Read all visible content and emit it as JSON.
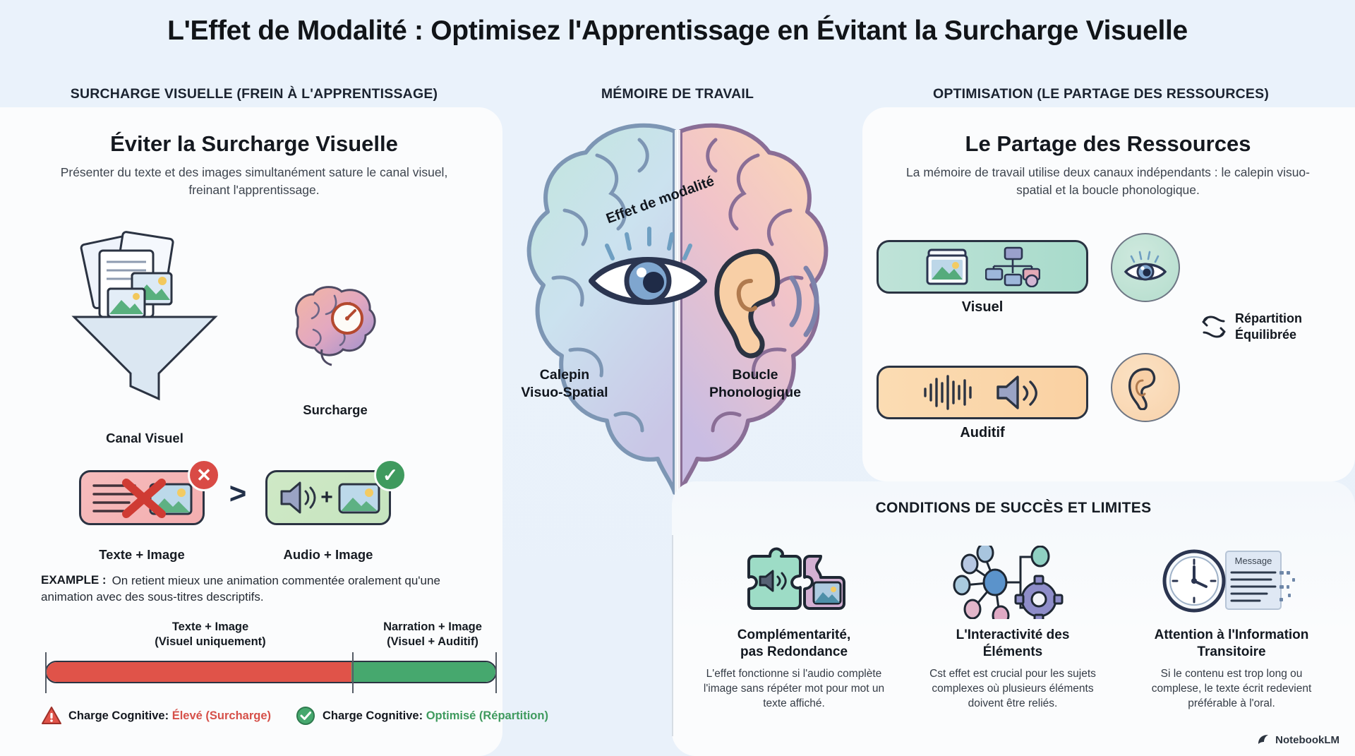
{
  "header": {
    "title": "L'Effet de Modalité : Optimisez l'Apprentissage en Évitant la Surcharge Visuelle",
    "col_left": "SURCHARGE VISUELLE (FREIN À L'APPRENTISSAGE)",
    "col_mid": "MÉMOIRE DE TRAVAIL",
    "col_right": "OPTIMISATION (LE PARTAGE DES RESSOURCES)"
  },
  "left": {
    "title": "Éviter la Surcharge Visuelle",
    "subtitle": "Présenter du texte et des images simultanément sature le canal visuel, freinant l'apprentissage.",
    "funnel_caption": "Canal Visuel",
    "brain_caption": "Surcharge",
    "compare": {
      "bad_label": "Texte + Image",
      "good_label": "Audio + Image",
      "operator": ">",
      "bad_badge": "close-icon",
      "good_badge": "check-icon"
    },
    "example": {
      "label": "EXAMPLE :",
      "text": "On retient mieux une animation commentée oralement qu'une animation avec des sous-titres descriptifs."
    },
    "bar": {
      "left_label": "Texte + Image",
      "left_sub": "(Visuel uniquement)",
      "right_label": "Narration + Image",
      "right_sub": "(Visuel + Auditif)",
      "red_pct": 68,
      "green_pct": 32,
      "red_color": "#e05349",
      "green_color": "#46a86e"
    },
    "legend": [
      {
        "icon": "warning-icon",
        "label": "Charge Cognitive:",
        "value": "Élevé (Surcharge)",
        "color": "#d65049"
      },
      {
        "icon": "check-circle-icon",
        "label": "Charge Cognitive:",
        "value": "Optimisé (Répartition)",
        "color": "#3f9a5e"
      }
    ]
  },
  "center": {
    "modality_tag": "Effet de modalité",
    "left_hemi": "Calepin\nVisuo-Spatial",
    "left_hemi_l1": "Calepin",
    "left_hemi_l2": "Visuo-Spatial",
    "right_hemi_l1": "Boucle",
    "right_hemi_l2": "Phonologique",
    "left_icon": "eye-icon",
    "right_icon": "ear-icon"
  },
  "right": {
    "title": "Le Partage des Ressources",
    "subtitle": "La mémoire de travail utilise deux canaux indépendants : le calepin visuo-spatial et la boucle phonologique.",
    "channels": [
      {
        "name": "Visuel",
        "icons": [
          "image-icon",
          "diagram-icon"
        ],
        "color": "#a8dbcb"
      },
      {
        "name": "Auditif",
        "icons": [
          "waveform-icon",
          "speaker-icon"
        ],
        "color": "#fad1a2"
      }
    ],
    "circles": [
      {
        "icon": "eye-icon"
      },
      {
        "icon": "ear-icon"
      }
    ],
    "repartition_l1": "Répartition",
    "repartition_l2": "Équilibrée",
    "repartition_icon": "swap-arrows-icon"
  },
  "bottom": {
    "heading": "CONDITIONS DE SUCCÈS ET LIMITES",
    "cards": [
      {
        "icon": "puzzle-pieces-icon",
        "title_l1": "Complémentarité,",
        "title_l2": "pas Redondance",
        "body": "L'effet fonctionne si l'audio complète l'image sans répéter mot pour mot un texte affiché."
      },
      {
        "icon": "network-gear-icon",
        "title_l1": "L'Interactivité des",
        "title_l2": "Éléments",
        "body": "Cst effet est crucial pour les sujets complexes où plusieurs éléments doivent être reliés."
      },
      {
        "icon": "clock-message-icon",
        "title_l1": "Attention à l'Information",
        "title_l2": "Transitoire",
        "body": "Si le contenu est trop long ou complese, le texte écrit redevient préférable à l'oral."
      }
    ],
    "message_tag": "Message"
  },
  "watermark": "NotebookLM"
}
